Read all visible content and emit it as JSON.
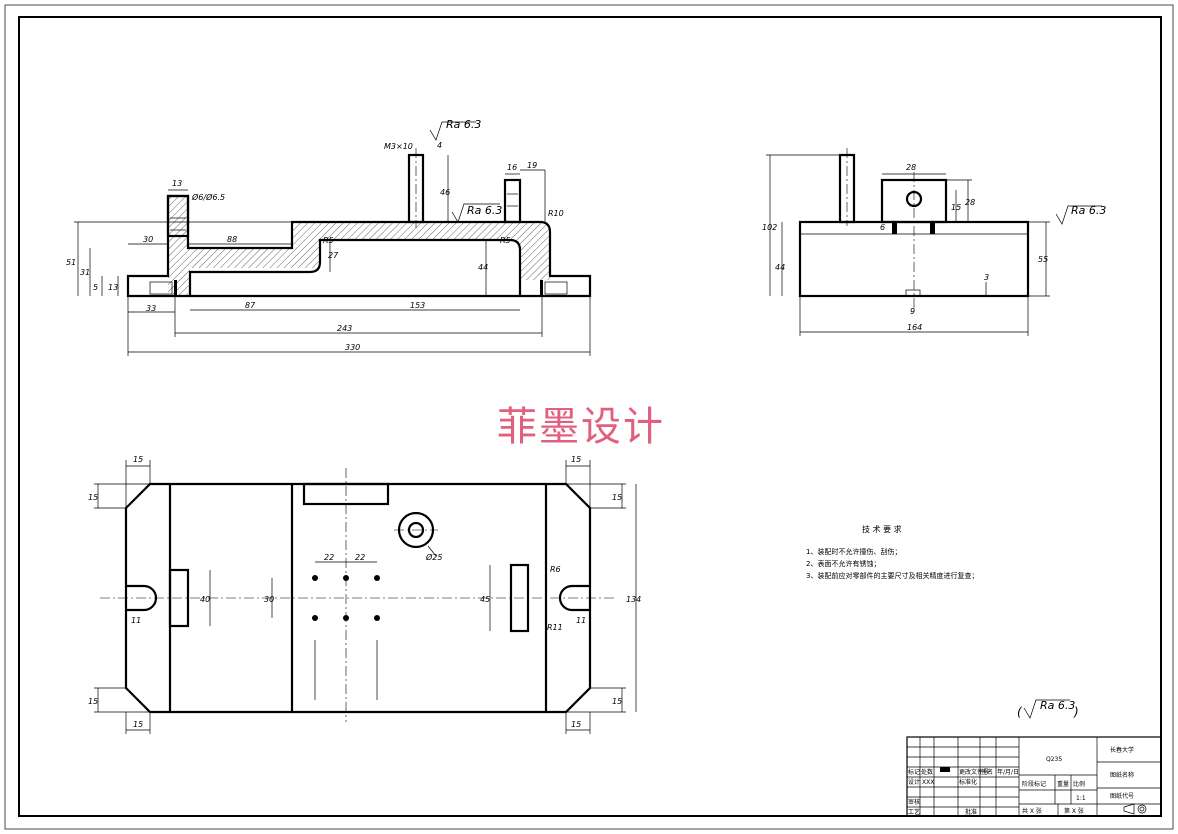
{
  "watermark": "菲墨设计",
  "roughness": {
    "general_note": "(▽Ra 6.3 )",
    "general_ra": "Ra 6.3",
    "front_top": "Ra 6.3",
    "front_mid": "Ra 6.3",
    "side": "Ra 6.3"
  },
  "front_view": {
    "thread": "M3×10",
    "counterbore": "Ø6/Ø6.5",
    "dims": [
      "13",
      "4",
      "46",
      "16",
      "19",
      "R10",
      "30",
      "88",
      "R5",
      "27",
      "R5",
      "44",
      "51",
      "31",
      "5",
      "13",
      "33",
      "87",
      "153",
      "243",
      "330"
    ]
  },
  "side_view": {
    "dims": [
      "102",
      "28",
      "15",
      "28",
      "6",
      "44",
      "55",
      "3",
      "9",
      "164"
    ]
  },
  "top_view": {
    "dims": [
      "15",
      "15",
      "15",
      "15",
      "15",
      "15",
      "15",
      "15",
      "22",
      "22",
      "Ø25",
      "40",
      "30",
      "45",
      "R6",
      "R11",
      "11",
      "11",
      "134"
    ]
  },
  "tech_requirements": {
    "title": "技 术 要 求",
    "items": [
      "1、装配时不允许撞伤、刮伤；",
      "2、表面不允许有锈蚀；",
      "3、装配前应对零部件的主要尺寸及相关精度进行复查；"
    ]
  },
  "title_block": {
    "material": "Q235",
    "university": "长春大学",
    "drawing_name": "图纸名称",
    "drawing_number": "图纸代号",
    "marks_row": [
      "标记",
      "处数",
      "",
      "更改文件号",
      "签名",
      "年/月/日"
    ],
    "design_label": "设计",
    "design_value": "XXX",
    "standardize_label": "标准化",
    "stage_label": "阶段标记",
    "weight_label": "重量",
    "scale_label": "比例",
    "scale_value": "1:1",
    "check_label": "审核",
    "process_label": "工艺",
    "approve_label": "批准",
    "sheets_total": "共 X 张",
    "sheet_no": "第 X 张"
  }
}
